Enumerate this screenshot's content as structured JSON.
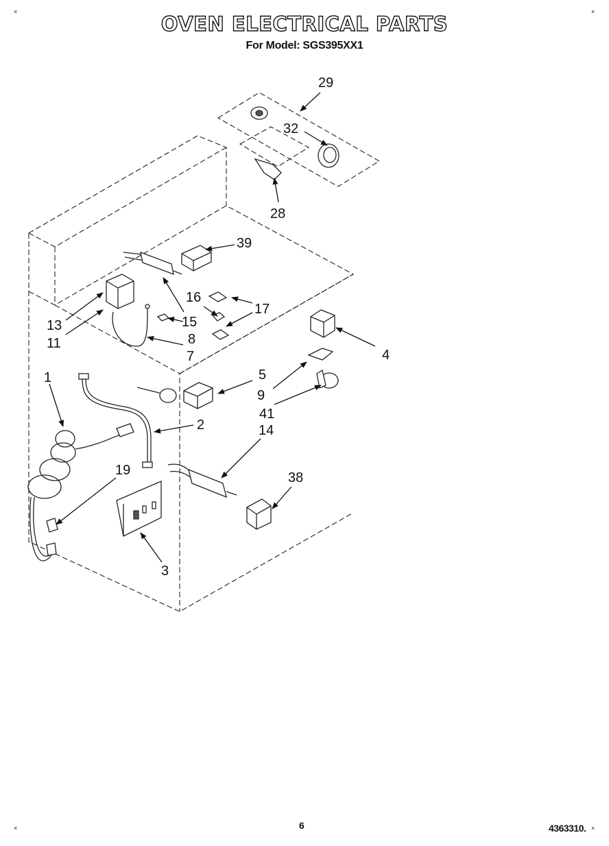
{
  "header": {
    "title": "OVEN ELECTRICAL PARTS",
    "subtitle": "For Model: SGS395XX1"
  },
  "footer": {
    "page_number": "6",
    "document_number": "4363310."
  },
  "corner_marks": [
    "×",
    "×",
    "×",
    "×"
  ],
  "callouts": [
    "29",
    "32",
    "28",
    "39",
    "16",
    "17",
    "13",
    "15",
    "11",
    "8",
    "7",
    "4",
    "5",
    "1",
    "9",
    "41",
    "2",
    "14",
    "19",
    "38",
    "3"
  ]
}
